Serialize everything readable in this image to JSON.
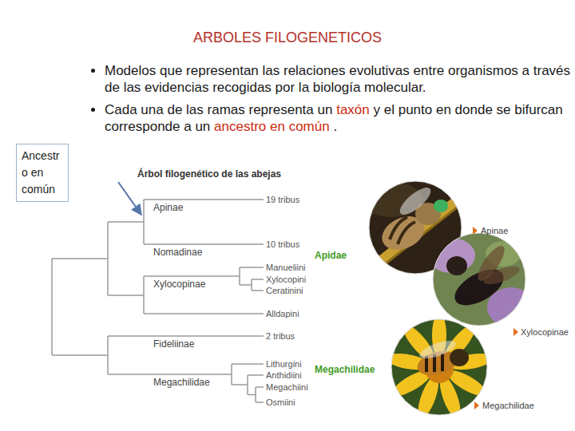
{
  "diagram": {
    "title": "ARBOLES FILOGENETICOS",
    "nodes": [
      {
        "text": [
          "Ancestr o en común"
        ]
      }
    ],
    "labels": [
      "Modelos que representan las relaciones evolutivas entre organismos a través de las evidencias recogidas por la biología molecular.",
      "Cada una de las ramas representa un",
      "taxón",
      "y el punto en donde se bifurcan corresponde a un",
      "ancestro en común",
      ".",
      "Árbol filogenético de las abejas",
      "Apinae",
      "19 tribus",
      "Nomadinae",
      "10 tribus",
      "Manueliini",
      "Xylocopini",
      "Ceratinini",
      "Alldapini",
      "Xylocopinae",
      "Apidae",
      "Fideliinae",
      "2 tribus",
      "Lithurgini",
      "Anthidiini",
      "Megachiini",
      "Osmiini",
      "Megachilidae",
      "Megachilidae",
      "Apinae",
      "Xylocopinae",
      "Megachilidae"
    ]
  }
}
